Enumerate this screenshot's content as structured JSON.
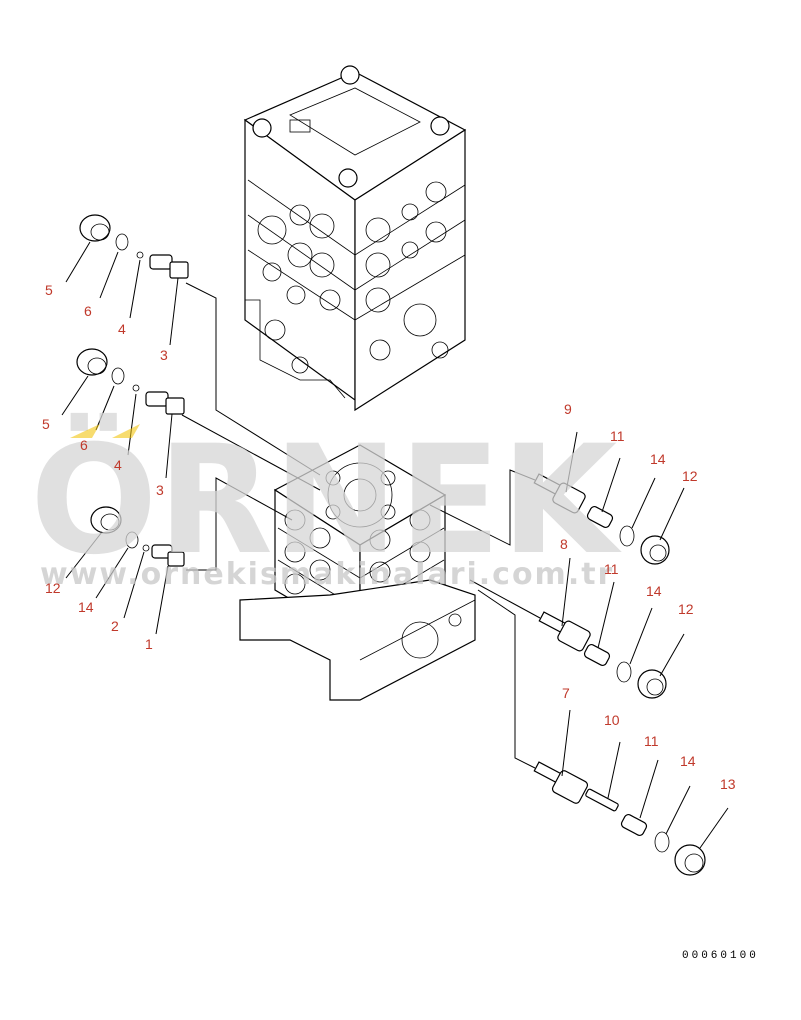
{
  "watermark": {
    "brand": "ÖRNEK",
    "url": "www.ornekismakinalari.com.tr"
  },
  "drawing_number": "00060100",
  "callouts": [
    {
      "id": "c5a",
      "label": "5"
    },
    {
      "id": "c6a",
      "label": "6"
    },
    {
      "id": "c4a",
      "label": "4"
    },
    {
      "id": "c3a",
      "label": "3"
    },
    {
      "id": "c5b",
      "label": "5"
    },
    {
      "id": "c6b",
      "label": "6"
    },
    {
      "id": "c4b",
      "label": "4"
    },
    {
      "id": "c3b",
      "label": "3"
    },
    {
      "id": "c12a",
      "label": "12"
    },
    {
      "id": "c14a",
      "label": "14"
    },
    {
      "id": "c2",
      "label": "2"
    },
    {
      "id": "c1",
      "label": "1"
    },
    {
      "id": "c9",
      "label": "9"
    },
    {
      "id": "c11a",
      "label": "11"
    },
    {
      "id": "c14b",
      "label": "14"
    },
    {
      "id": "c12b",
      "label": "12"
    },
    {
      "id": "c8",
      "label": "8"
    },
    {
      "id": "c11b",
      "label": "11"
    },
    {
      "id": "c14c",
      "label": "14"
    },
    {
      "id": "c12c",
      "label": "12"
    },
    {
      "id": "c7",
      "label": "7"
    },
    {
      "id": "c10",
      "label": "10"
    },
    {
      "id": "c11c",
      "label": "11"
    },
    {
      "id": "c14d",
      "label": "14"
    },
    {
      "id": "c13",
      "label": "13"
    }
  ]
}
